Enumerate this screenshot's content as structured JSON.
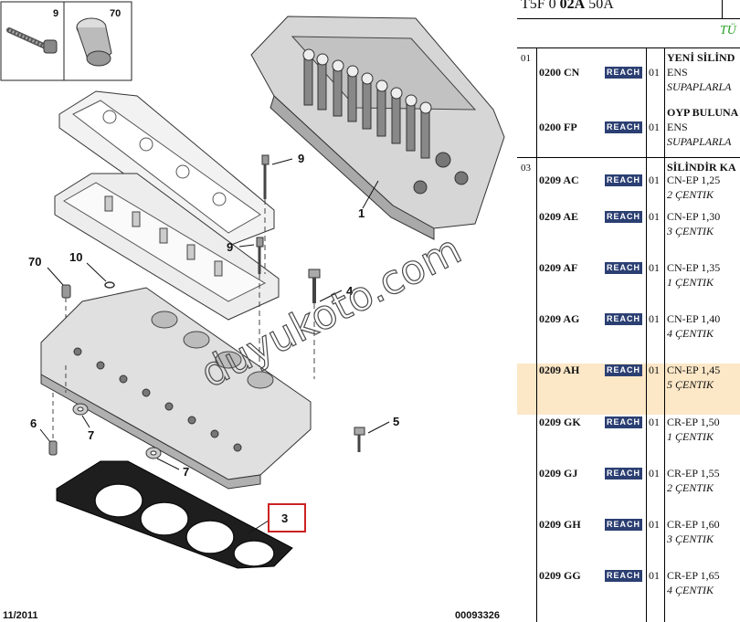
{
  "diagram": {
    "callouts": [
      "9",
      "1",
      "9",
      "70",
      "10",
      "4",
      "6",
      "7",
      "7",
      "5",
      "3"
    ],
    "inset_labels": [
      "9",
      "70"
    ],
    "date_code": "11/2011",
    "drawing_number": "00093326",
    "watermark": "duyukoto.com",
    "highlight_color": "#cc2222"
  },
  "parts_list": {
    "header_title_pre": "T5F 0 ",
    "header_title_bold": "02A",
    "header_title_post": " 50A",
    "header_sub": "TÜ",
    "reach_label": "REACH",
    "reach_color": "#2b3f72",
    "highlight_row_color": "#fce7c7",
    "groups": [
      {
        "no": "01",
        "rows": [
          {
            "pn": "0200 CN",
            "qty": "01",
            "title": "YENİ SİLİND",
            "line1": "ENS",
            "line2": "SUPAPLARLA"
          },
          {
            "pn": "0200 FP",
            "qty": "01",
            "title": "OYP BULUNA",
            "line1": "ENS",
            "line2": "SUPAPLARLA"
          }
        ]
      },
      {
        "no": "03",
        "title": "SİLİNDİR KA",
        "rows": [
          {
            "pn": "0209 AC",
            "qty": "01",
            "line1": "CN-EP 1,25",
            "line2": "2 ÇENTIK"
          },
          {
            "pn": "0209 AE",
            "qty": "01",
            "line1": "CN-EP 1,30",
            "line2": "3 ÇENTIK"
          },
          {
            "pn": "0209 AF",
            "qty": "01",
            "line1": "CN-EP 1,35",
            "line2": "1 ÇENTIK"
          },
          {
            "pn": "0209 AG",
            "qty": "01",
            "line1": "CN-EP 1,40",
            "line2": "4 ÇENTIK"
          },
          {
            "pn": "0209 AH",
            "qty": "01",
            "line1": "CN-EP 1,45",
            "line2": "5 ÇENTIK"
          },
          {
            "pn": "0209 GK",
            "qty": "01",
            "line1": "CR-EP 1,50",
            "line2": "1 ÇENTIK"
          },
          {
            "pn": "0209 GJ",
            "qty": "01",
            "line1": "CR-EP 1,55",
            "line2": "2 ÇENTIK"
          },
          {
            "pn": "0209 GH",
            "qty": "01",
            "line1": "CR-EP 1,60",
            "line2": "3 ÇENTIK"
          },
          {
            "pn": "0209 GG",
            "qty": "01",
            "line1": "CR-EP 1,65",
            "line2": "4 ÇENTIK"
          }
        ]
      }
    ]
  }
}
